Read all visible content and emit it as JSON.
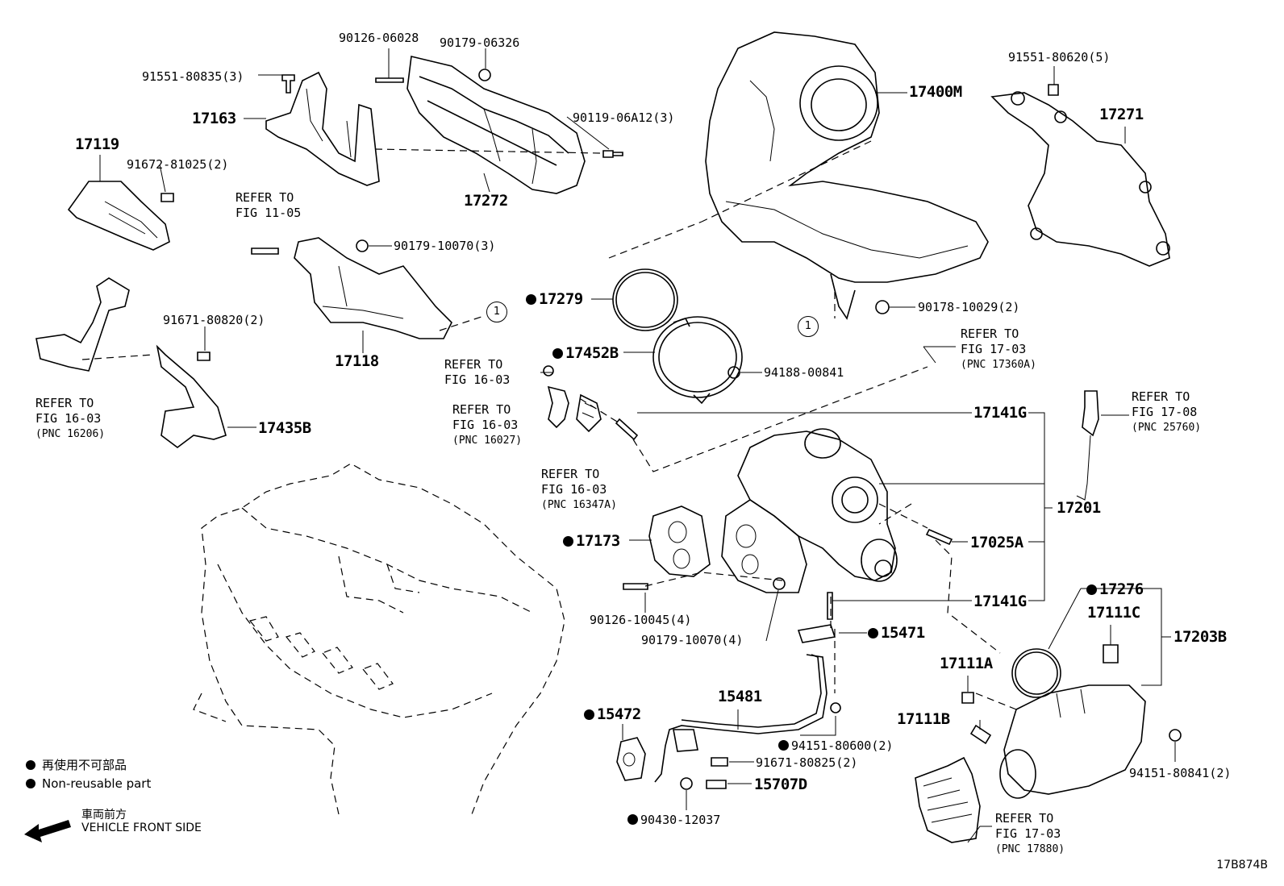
{
  "parts": {
    "p90126_06028": "90126-06028",
    "p90179_06326": "90179-06326",
    "p91551_80835": "91551-80835(3)",
    "p17163": "17163",
    "p90119_06a12": "90119-06A12(3)",
    "p17119": "17119",
    "p91672_81025": "91672-81025(2)",
    "p17272": "17272",
    "p90179_10070_3": "90179-10070(3)",
    "p91671_80820": "91671-80820(2)",
    "p17118": "17118",
    "p17435b": "17435B",
    "p17400m": "17400M",
    "p91551_80620": "91551-80620(5)",
    "p17271": "17271",
    "p17279": "17279",
    "p90178_10029": "90178-10029(2)",
    "p17452b": "17452B",
    "p94188_00841": "94188-00841",
    "p17141g_a": "17141G",
    "p17201": "17201",
    "p17173": "17173",
    "p17025a": "17025A",
    "p17141g_b": "17141G",
    "p90126_10045": "90126-10045(4)",
    "p90179_10070_4": "90179-10070(4)",
    "p15471": "15471",
    "p17276": "17276",
    "p17111c": "17111C",
    "p17203b": "17203B",
    "p17111a": "17111A",
    "p15481": "15481",
    "p15472": "15472",
    "p17111b": "17111B",
    "p94151_80600": "94151-80600(2)",
    "p91671_80825": "91671-80825(2)",
    "p15707d": "15707D",
    "p90430_12037": "90430-12037",
    "p94151_80841": "94151-80841(2)"
  },
  "refs": {
    "r_fig1105": {
      "l1": "REFER TO",
      "l2": "FIG 11-05"
    },
    "r_fig1603_a": {
      "l1": "REFER TO",
      "l2": "FIG 16-03",
      "pnc": "(PNC 16206)"
    },
    "r_fig1603_b": {
      "l1": "REFER TO",
      "l2": "FIG 16-03"
    },
    "r_fig1603_c": {
      "l1": "REFER TO",
      "l2": "FIG 16-03",
      "pnc": "(PNC 16027)"
    },
    "r_fig1603_d": {
      "l1": "REFER TO",
      "l2": "FIG 16-03",
      "pnc": "(PNC 16347A)"
    },
    "r_fig1703_a": {
      "l1": "REFER TO",
      "l2": "FIG 17-03",
      "pnc": "(PNC 17360A)"
    },
    "r_fig1708": {
      "l1": "REFER TO",
      "l2": "FIG 17-08",
      "pnc": "(PNC 25760)"
    },
    "r_fig1703_b": {
      "l1": "REFER TO",
      "l2": "FIG 17-03",
      "pnc": "(PNC 17880)"
    }
  },
  "circle_marker": "1",
  "legend": {
    "jp_nonreusable": "再使用不可部品",
    "en_nonreusable": "Non-reusable part",
    "jp_front": "車両前方",
    "en_front": "VEHICLE FRONT SIDE"
  },
  "diagram_code": "17B874B"
}
